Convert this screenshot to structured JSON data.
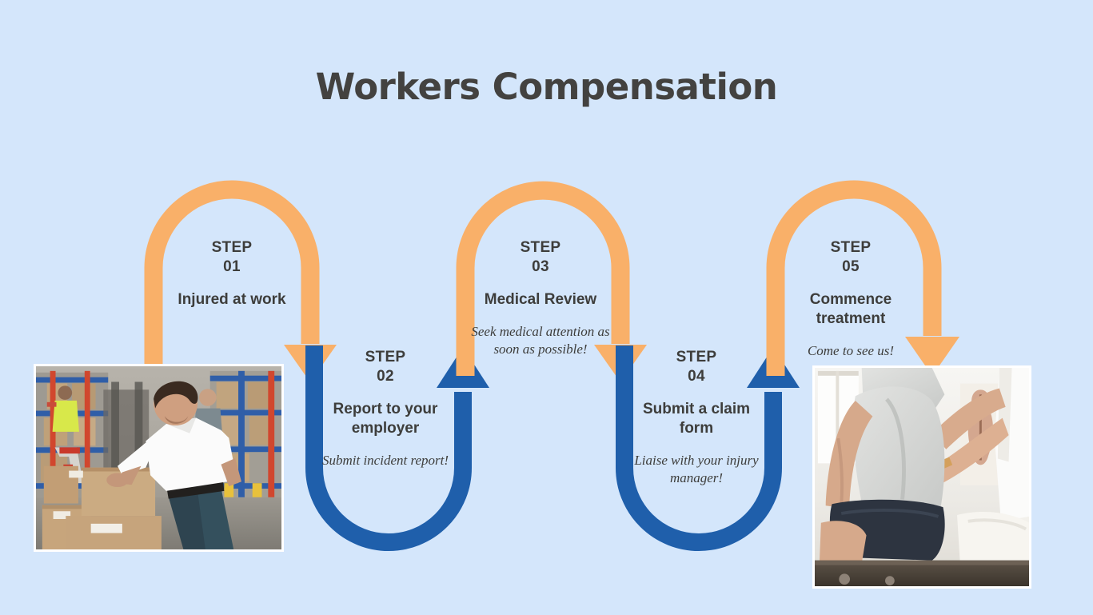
{
  "page": {
    "title": "Workers Compensation",
    "background_color": "#d4e6fb",
    "title_color": "#434240",
    "orange_color": "#f9b069",
    "blue_color": "#1f5fab"
  },
  "steps": [
    {
      "word": "STEP",
      "number": "01",
      "title": "Injured at work",
      "note": "",
      "arrow_color": "#f9b069",
      "arrow_shape": "arch-down"
    },
    {
      "word": "STEP",
      "number": "02",
      "title": "Report to your employer",
      "note": "Submit incident report!",
      "arrow_color": "#1f5fab",
      "arrow_shape": "u-up"
    },
    {
      "word": "STEP",
      "number": "03",
      "title": "Medical Review",
      "note": "Seek medical attention as soon as possible!",
      "arrow_color": "#f9b069",
      "arrow_shape": "arch-down"
    },
    {
      "word": "STEP",
      "number": "04",
      "title": "Submit a claim form",
      "note": "Liaise with your injury manager!",
      "arrow_color": "#1f5fab",
      "arrow_shape": "u-up"
    },
    {
      "word": "STEP",
      "number": "05",
      "title": "Commence treatment",
      "note": "Come to see us!",
      "arrow_color": "#f9b069",
      "arrow_shape": "arch-down"
    }
  ],
  "photos": [
    {
      "name": "warehouse-worker-back-injury-photo",
      "description": "Warehouse worker in white polo shirt holding his lower back while lifting cardboard boxes"
    },
    {
      "name": "physiotherapy-treatment-photo",
      "description": "Physiotherapist assessing a seated patient's lower back in a clinic"
    }
  ]
}
